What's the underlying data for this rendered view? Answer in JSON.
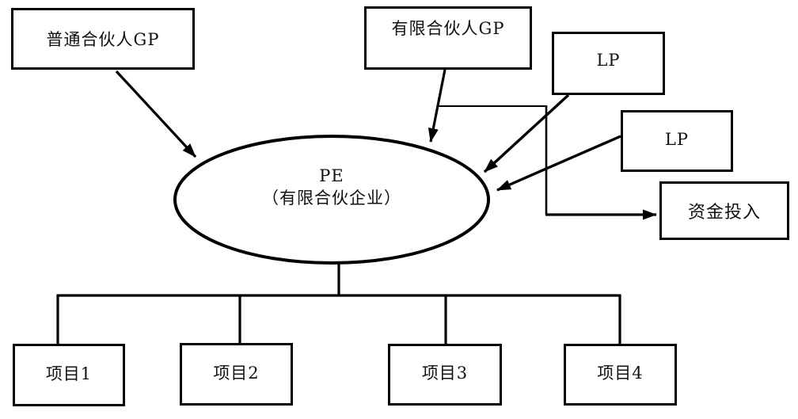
{
  "diagram": {
    "type": "flowchart",
    "background_color": "#ffffff",
    "line_color": "#000000",
    "box_border_color": "#000000",
    "text_color": "#111111",
    "nodes": {
      "general_partner": {
        "label": "普通合伙人GP"
      },
      "limited_partner_gp": {
        "label": "有限合伙人GP"
      },
      "lp_top": {
        "label": "LP"
      },
      "lp_bottom": {
        "label": "LP"
      },
      "capital_investment": {
        "label": "资金投入"
      },
      "pe_entity": {
        "line1": "PE",
        "line2": "（有限合伙企业）"
      },
      "project_1": {
        "label": "项目1"
      },
      "project_2": {
        "label": "项目2"
      },
      "project_3": {
        "label": "项目3"
      },
      "project_4": {
        "label": "项目4"
      }
    },
    "edges": [
      {
        "from": "general_partner",
        "to": "pe_entity",
        "style": "arrow"
      },
      {
        "from": "limited_partner_gp",
        "to": "pe_entity",
        "style": "arrow"
      },
      {
        "from": "lp_top",
        "to": "pe_entity",
        "style": "arrow"
      },
      {
        "from": "lp_bottom",
        "to": "pe_entity",
        "style": "arrow"
      },
      {
        "from": "limited_partner_gp_arrow",
        "to": "capital_investment",
        "style": "elbow-arrow"
      },
      {
        "from": "pe_entity",
        "to": "project_1",
        "style": "tree"
      },
      {
        "from": "pe_entity",
        "to": "project_2",
        "style": "tree"
      },
      {
        "from": "pe_entity",
        "to": "project_3",
        "style": "tree"
      },
      {
        "from": "pe_entity",
        "to": "project_4",
        "style": "tree"
      }
    ]
  }
}
